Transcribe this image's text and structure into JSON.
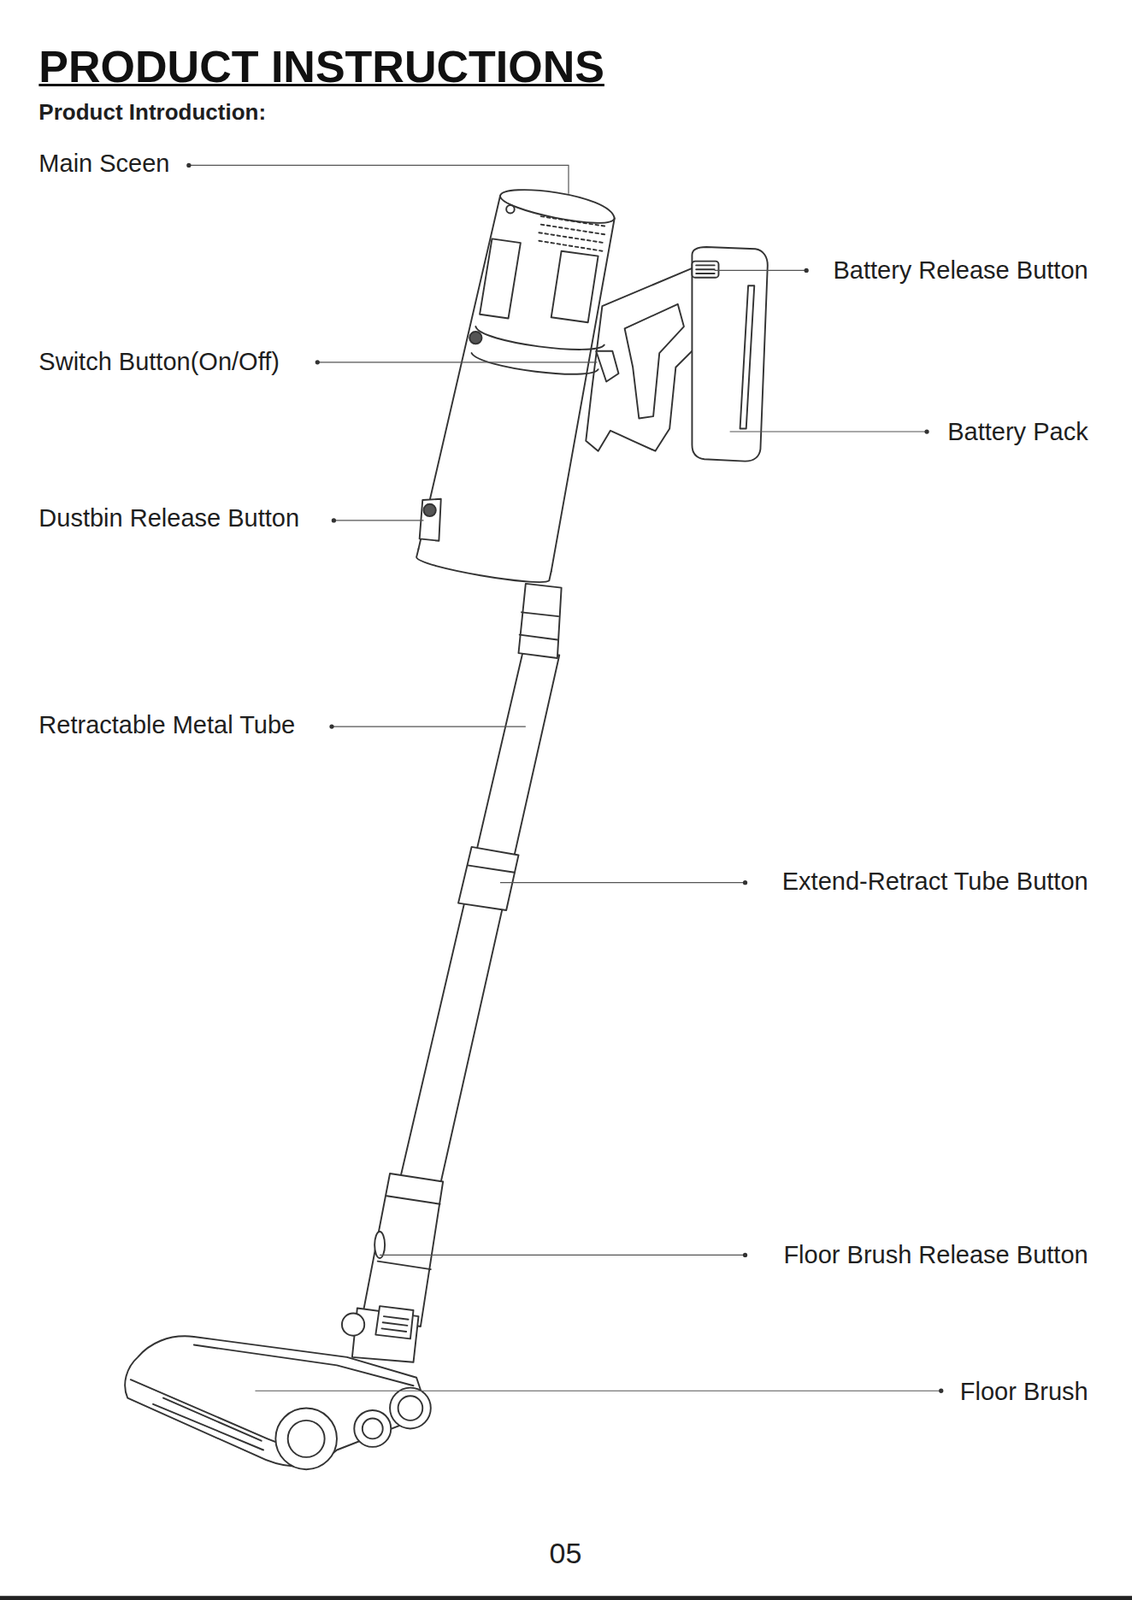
{
  "diagram": {
    "title": "PRODUCT INSTRUCTIONS",
    "labels": [
      "Product Introduction:",
      "Main Sceen",
      "Battery Release Button",
      "Switch Button(On/Off)",
      "Battery Pack",
      "Dustbin Release Button",
      "Retractable Metal Tube",
      "Extend-Retract Tube Button",
      "Floor Brush Release Button",
      "Floor Brush",
      "05"
    ]
  }
}
